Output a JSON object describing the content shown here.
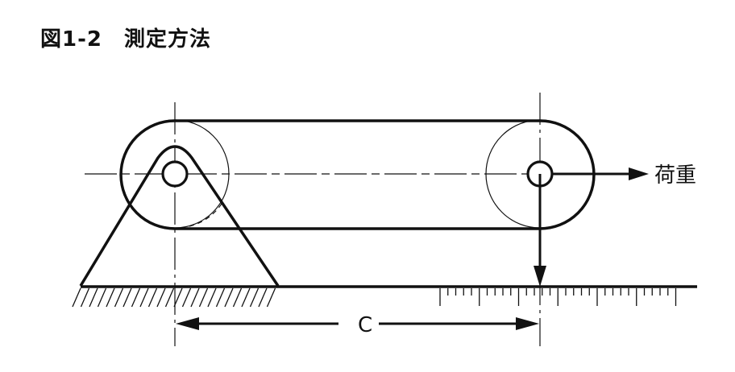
{
  "title": "図1-2　測定方法",
  "labels": {
    "load": "荷重",
    "dimension": "C"
  },
  "ruler": {
    "tick_count": 31,
    "major_every": 5
  },
  "colors": {
    "ink": "#111111"
  }
}
